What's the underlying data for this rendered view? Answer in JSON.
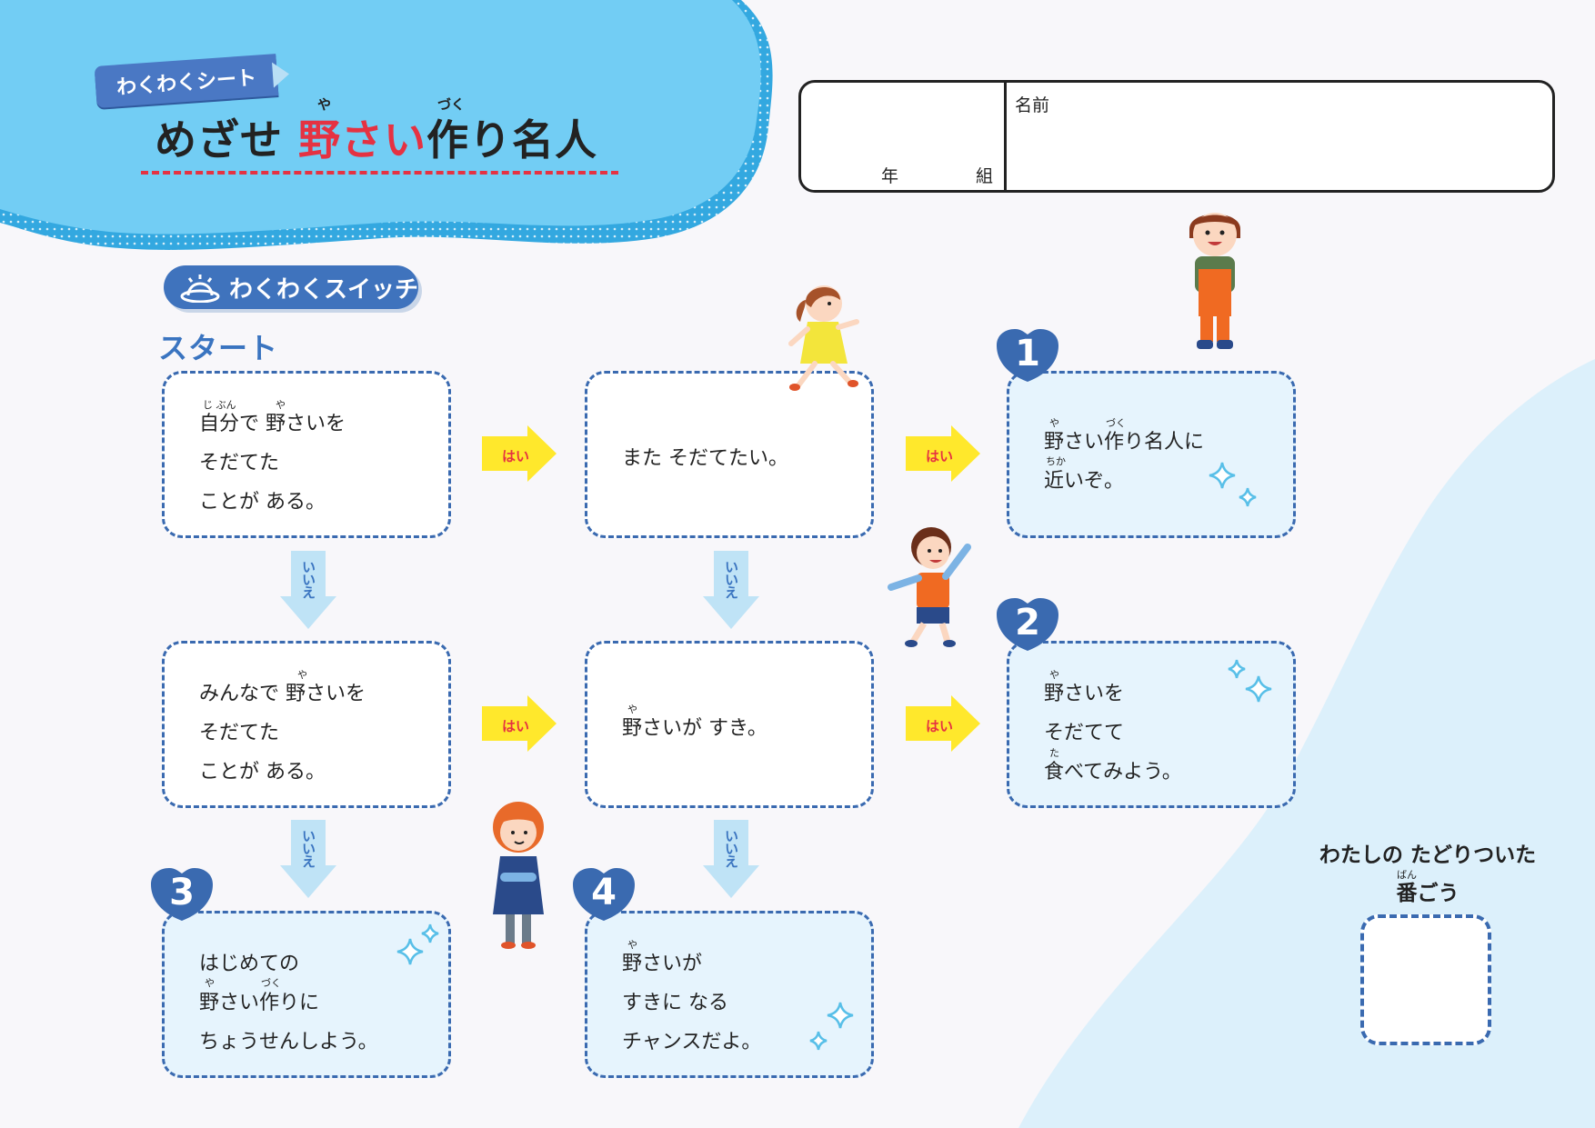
{
  "header": {
    "tag": "わくわくシート",
    "title_part1": "めざせ ",
    "title_red": "野さい",
    "title_part2": "作り名人",
    "ruby_ya": "や",
    "ruby_zuku": "づく"
  },
  "name_box": {
    "year_label": "年",
    "class_label": "組",
    "name_label": "名前"
  },
  "switch_label": "わくわくスイッチ",
  "start_label": "スタート",
  "boxes": {
    "q1": "自分で 野さいを\nそだてた\nことが ある。",
    "q2": "また そだてたい。",
    "q3": "みんなで 野さいを\nそだてた\nことが ある。",
    "q4": "野さいが すき。",
    "r1": "野さい作り名人に\n近いぞ。",
    "r2": "野さいを\nそだてて\n食べてみよう。",
    "r3": "はじめての\n野さい作りに\nちょうせんしよう。",
    "r4": "野さいが\nすきに なる\nチャンスだよ。"
  },
  "ruby": {
    "jibun": "じ ぶん",
    "ya": "や",
    "zuku": "づく",
    "chika": "ちか",
    "ta": "た",
    "ban": "ばん"
  },
  "arrows": {
    "yes": "はい",
    "no": "いいえ"
  },
  "badges": [
    "1",
    "2",
    "3",
    "4"
  ],
  "result": {
    "label_line1": "わたしの たどりついた",
    "label_line2": "番ごう"
  },
  "colors": {
    "accent_blue": "#3a6ab0",
    "red": "#e53242",
    "yellow": "#ffe82c",
    "sky": "#72cdf4",
    "light_blue": "#e6f4fd"
  }
}
